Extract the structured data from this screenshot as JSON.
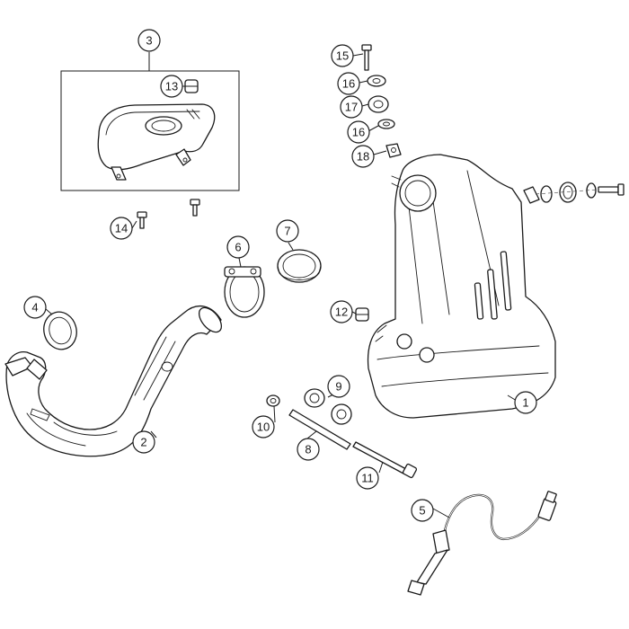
{
  "callouts": [
    {
      "id": "1",
      "label": "1"
    },
    {
      "id": "2",
      "label": "2"
    },
    {
      "id": "3",
      "label": "3"
    },
    {
      "id": "4",
      "label": "4"
    },
    {
      "id": "5",
      "label": "5"
    },
    {
      "id": "6",
      "label": "6"
    },
    {
      "id": "7",
      "label": "7"
    },
    {
      "id": "8",
      "label": "8"
    },
    {
      "id": "9",
      "label": "9"
    },
    {
      "id": "10",
      "label": "10"
    },
    {
      "id": "11",
      "label": "11"
    },
    {
      "id": "12",
      "label": "12"
    },
    {
      "id": "13",
      "label": "13"
    },
    {
      "id": "14",
      "label": "14"
    },
    {
      "id": "15",
      "label": "15"
    },
    {
      "id": "16a",
      "label": "16"
    },
    {
      "id": "17",
      "label": "17"
    },
    {
      "id": "16b",
      "label": "16"
    },
    {
      "id": "18",
      "label": "18"
    }
  ]
}
